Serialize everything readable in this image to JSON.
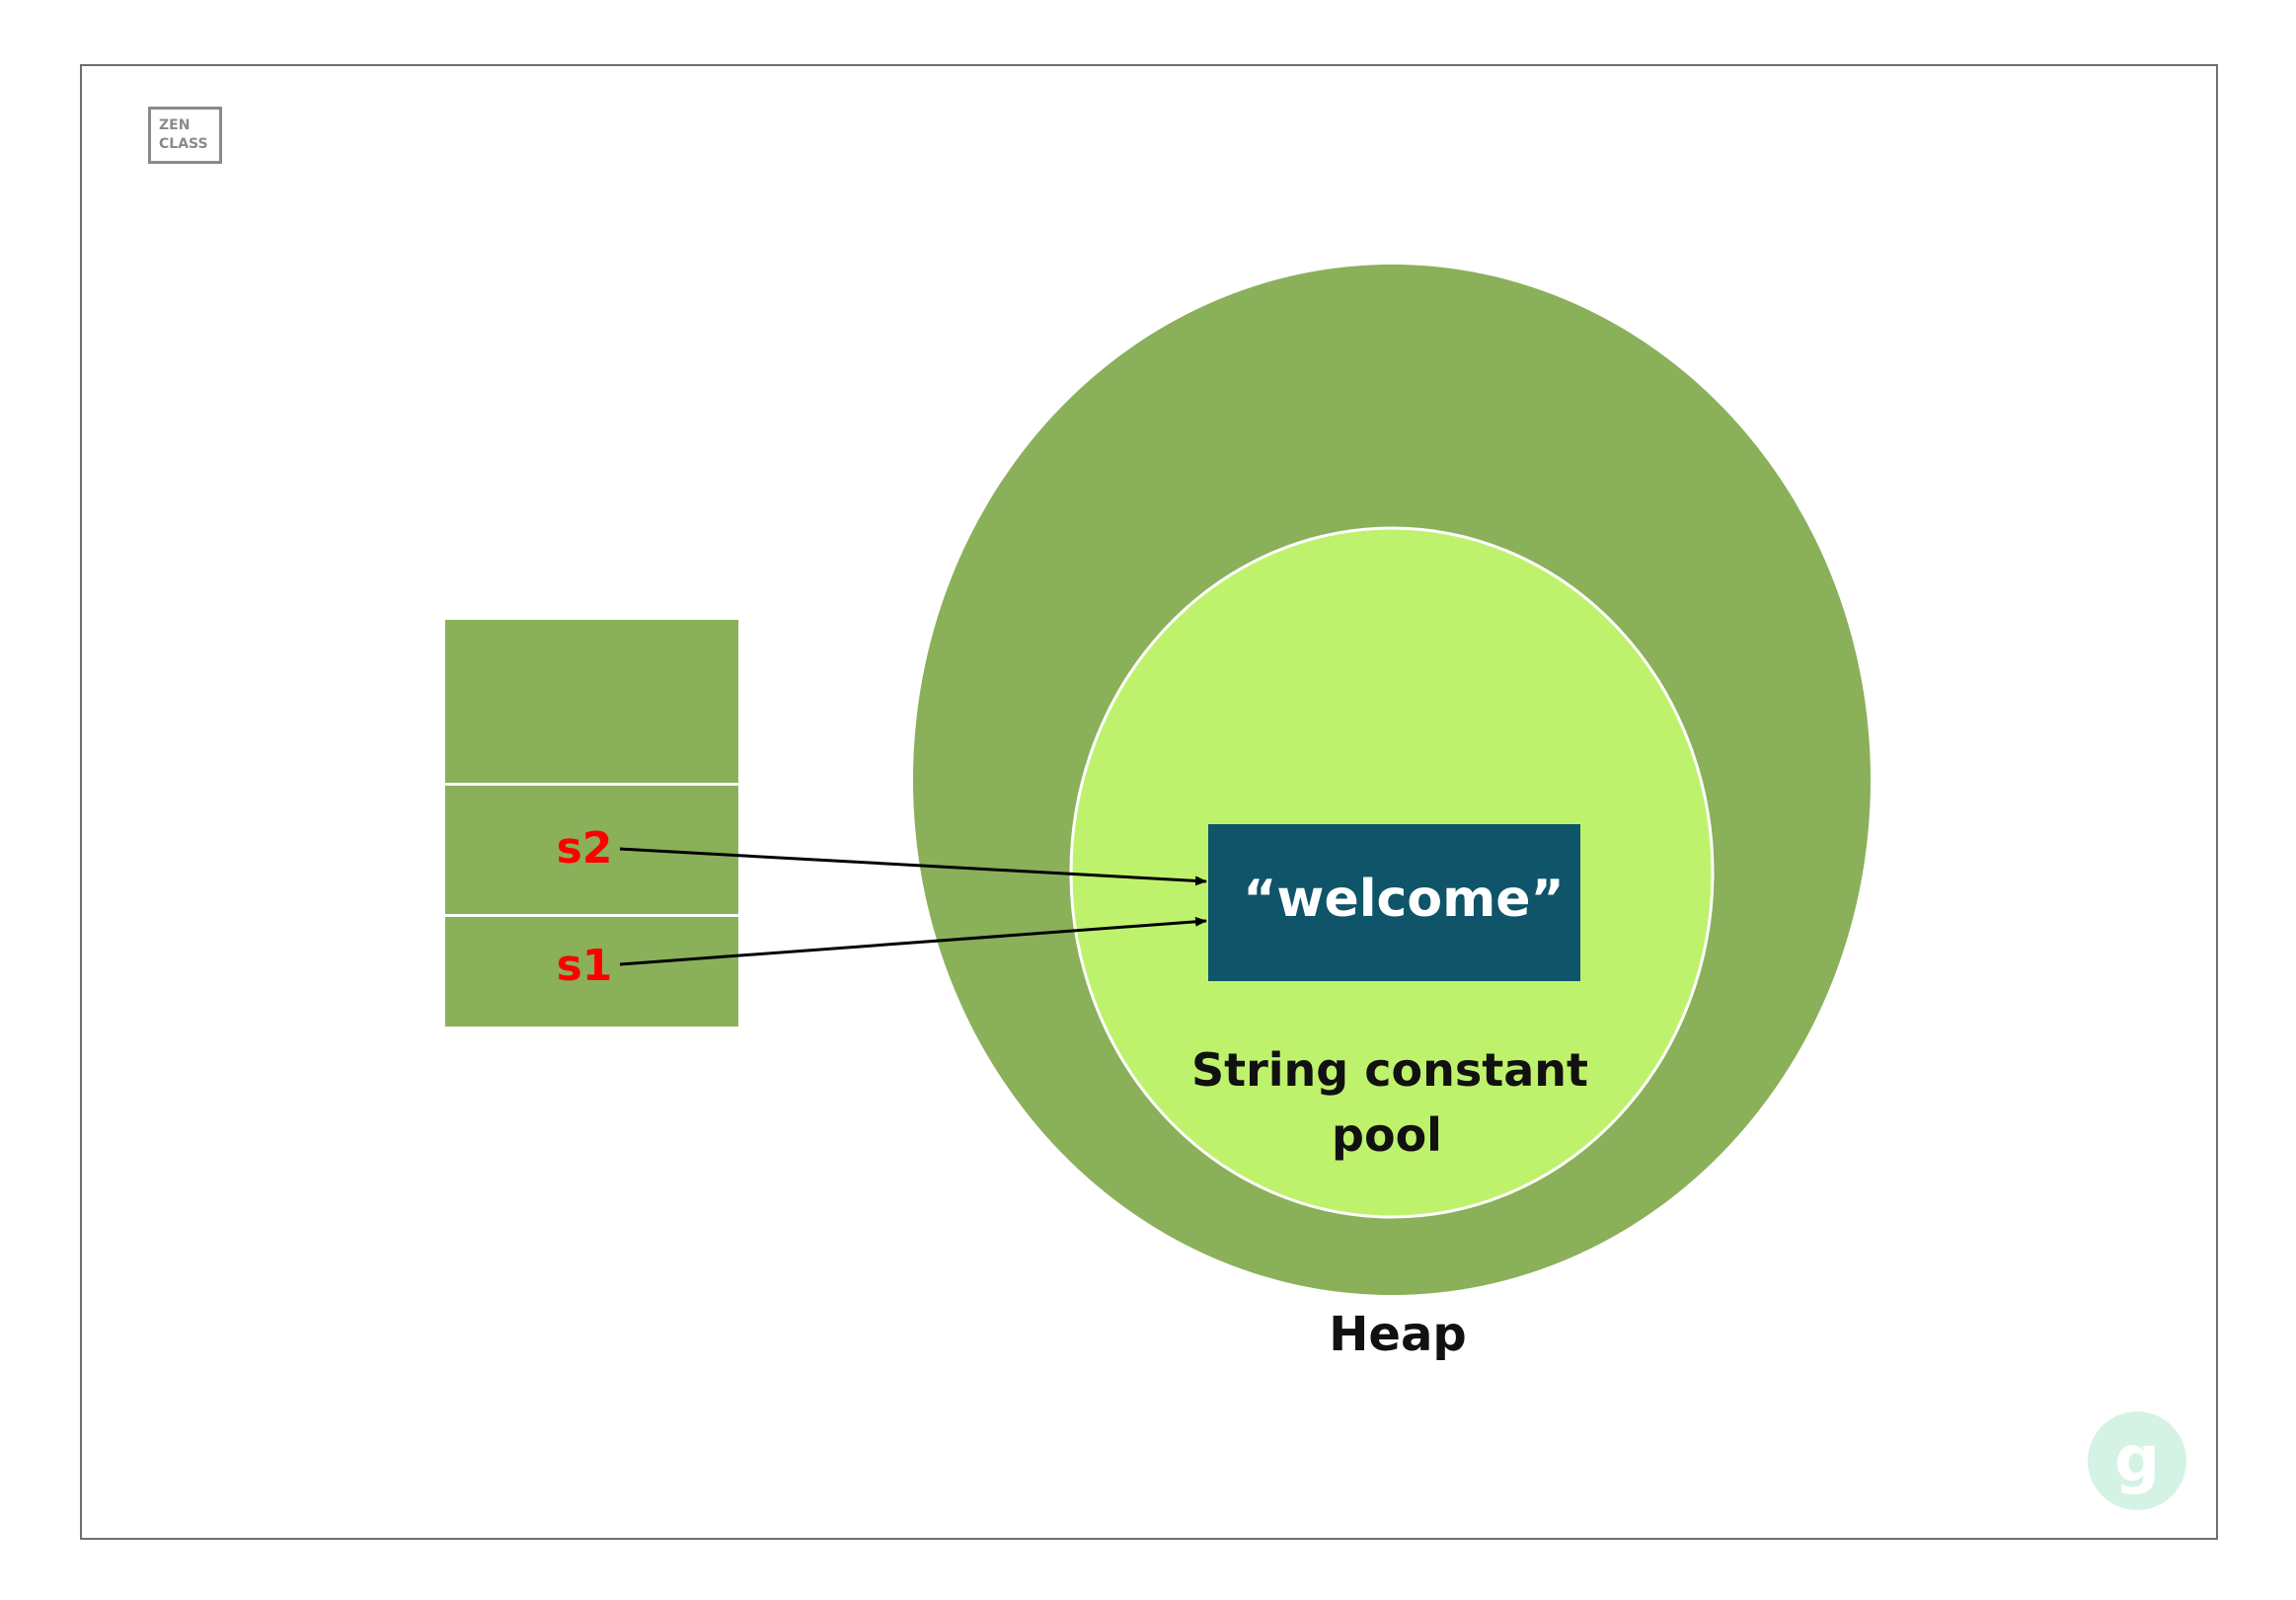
{
  "logo": {
    "line1": "ZEN",
    "line2": "CLASS"
  },
  "stack": {
    "ref_top": "s2",
    "ref_bottom": "s1"
  },
  "heap": {
    "label": "Heap",
    "pool_label_line1": "String constant",
    "pool_label_line2": "pool",
    "object_value": "“welcome”"
  },
  "watermark": {
    "glyph": "g"
  },
  "colors": {
    "heap": "#8ab05a",
    "pool": "#bff26c",
    "object": "#0f5469",
    "stack": "#8ab05a",
    "ref_text": "#ff0000",
    "watermark": "#d5f3e4"
  }
}
